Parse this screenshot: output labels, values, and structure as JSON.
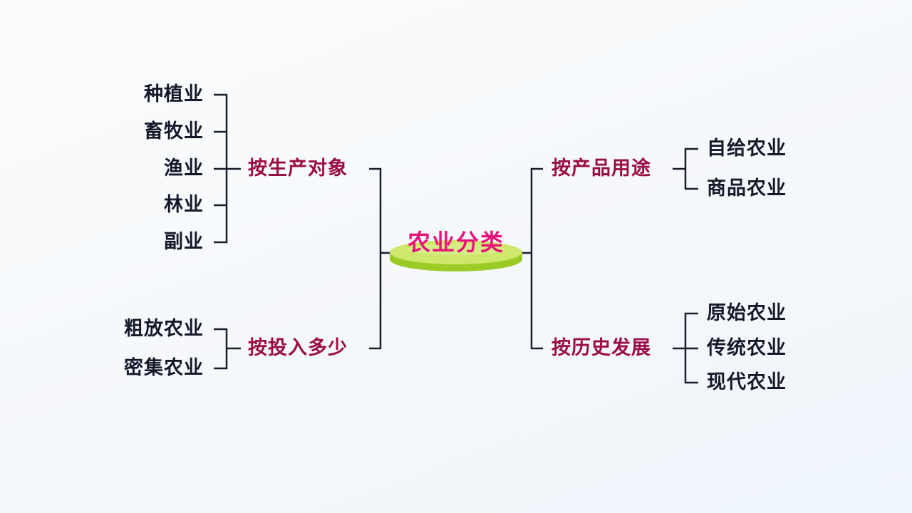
{
  "colors": {
    "line": "#1a1e2c",
    "leaf_text": "#151a2b",
    "category_text": "#9a0d45",
    "title_text": "#e8137a",
    "disc_top": "#cde86a",
    "disc_side": "#9acb26"
  },
  "center": {
    "title": "农业分类"
  },
  "branches": [
    {
      "label": "按生产对象",
      "side": "left",
      "items": [
        "种植业",
        "畜牧业",
        "渔业",
        "林业",
        "副业"
      ]
    },
    {
      "label": "按投入多少",
      "side": "left",
      "items": [
        "粗放农业",
        "密集农业"
      ]
    },
    {
      "label": "按产品用途",
      "side": "right",
      "items": [
        "自给农业",
        "商品农业"
      ]
    },
    {
      "label": "按历史发展",
      "side": "right",
      "items": [
        "原始农业",
        "传统农业",
        "现代农业"
      ]
    }
  ]
}
